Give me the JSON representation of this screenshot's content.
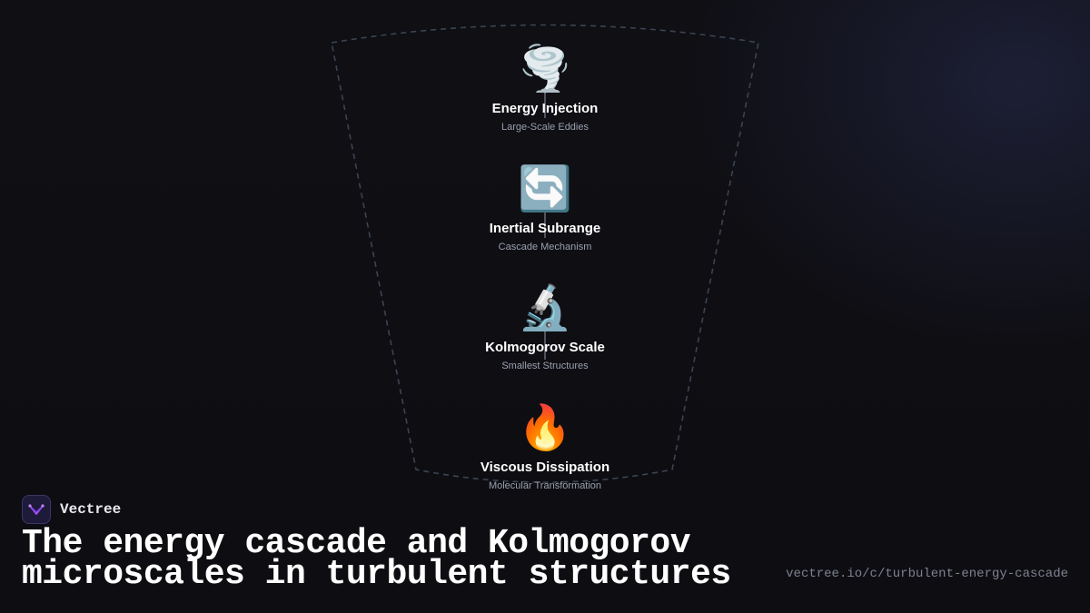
{
  "diagram": {
    "stages": [
      {
        "icon": "🌪️",
        "icon_name": "tornado-icon",
        "title": "Energy Injection",
        "subtitle": "Large-Scale Eddies"
      },
      {
        "icon": "🔄",
        "icon_name": "cycle-arrows-icon",
        "title": "Inertial Subrange",
        "subtitle": "Cascade Mechanism"
      },
      {
        "icon": "🔬",
        "icon_name": "microscope-icon",
        "title": "Kolmogorov Scale",
        "subtitle": "Smallest Structures"
      },
      {
        "icon": "🔥",
        "icon_name": "fire-icon",
        "title": "Viscous Dissipation",
        "subtitle": "Molecular Transformation"
      }
    ]
  },
  "brand": {
    "name": "Vectree",
    "logo_icon": "vectree-logo-icon"
  },
  "headline": "The energy cascade and Kolmogorov microscales in turbulent structures",
  "url": "vectree.io/c/turbulent-energy-cascade",
  "colors": {
    "background": "#0e0e13",
    "funnel_outline": "#3b4452",
    "connector": "#6b7280",
    "title": "#ffffff",
    "subtitle": "#9aa0b0",
    "logo_accent": "#a855f7"
  }
}
